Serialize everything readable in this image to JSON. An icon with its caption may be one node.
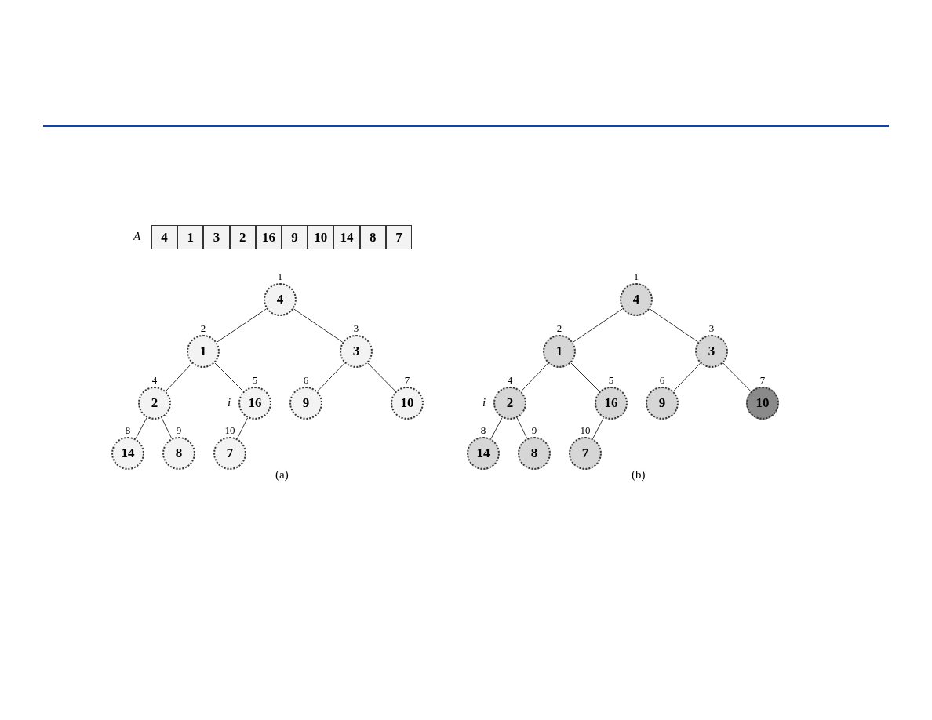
{
  "diagram": {
    "nodes": [
      {
        "text": [
          "4"
        ]
      },
      {
        "text": [
          "1"
        ]
      },
      {
        "text": [
          "3"
        ]
      },
      {
        "text": [
          "2"
        ]
      },
      {
        "text": [
          "16"
        ]
      },
      {
        "text": [
          "9"
        ]
      },
      {
        "text": [
          "10"
        ]
      },
      {
        "text": [
          "14"
        ]
      },
      {
        "text": [
          "8"
        ]
      },
      {
        "text": [
          "7"
        ]
      },
      {
        "text": [
          "4"
        ],
        "beside": [
          "1"
        ]
      },
      {
        "text": [
          "1"
        ],
        "beside": [
          "2"
        ]
      },
      {
        "text": [
          "3"
        ],
        "beside": [
          "3"
        ]
      },
      {
        "text": [
          "2"
        ],
        "beside": [
          "4"
        ]
      },
      {
        "text": [
          "16"
        ],
        "beside": [
          "5",
          "i"
        ]
      },
      {
        "text": [
          "9"
        ],
        "beside": [
          "6"
        ]
      },
      {
        "text": [
          "10"
        ],
        "beside": [
          "7"
        ]
      },
      {
        "text": [
          "14"
        ],
        "beside": [
          "8"
        ]
      },
      {
        "text": [
          "8"
        ],
        "beside": [
          "9"
        ]
      },
      {
        "text": [
          "7"
        ],
        "beside": [
          "10"
        ]
      },
      {
        "text": [
          "4"
        ],
        "beside": [
          "1"
        ]
      },
      {
        "text": [
          "1"
        ],
        "beside": [
          "2"
        ]
      },
      {
        "text": [
          "3"
        ],
        "beside": [
          "3"
        ]
      },
      {
        "text": [
          "2"
        ],
        "beside": [
          "4",
          "i"
        ]
      },
      {
        "text": [
          "16"
        ],
        "beside": [
          "5"
        ]
      },
      {
        "text": [
          "9"
        ],
        "beside": [
          "6"
        ]
      },
      {
        "text": [
          "10"
        ],
        "beside": [
          "7"
        ]
      },
      {
        "text": [
          "14"
        ],
        "beside": [
          "8"
        ]
      },
      {
        "text": [
          "8"
        ],
        "beside": [
          "9"
        ]
      },
      {
        "text": [
          "7"
        ],
        "beside": [
          "10"
        ]
      }
    ],
    "edges": [
      {
        "from": 10,
        "to": 11,
        "arrow": "none"
      },
      {
        "from": 10,
        "to": 12,
        "arrow": "none"
      },
      {
        "from": 11,
        "to": 13,
        "arrow": "none"
      },
      {
        "from": 11,
        "to": 14,
        "arrow": "none"
      },
      {
        "from": 12,
        "to": 15,
        "arrow": "none"
      },
      {
        "from": 12,
        "to": 16,
        "arrow": "none"
      },
      {
        "from": 13,
        "to": 17,
        "arrow": "none"
      },
      {
        "from": 13,
        "to": 18,
        "arrow": "none"
      },
      {
        "from": 14,
        "to": 19,
        "arrow": "none"
      },
      {
        "from": 20,
        "to": 21,
        "arrow": "none"
      },
      {
        "from": 20,
        "to": 22,
        "arrow": "none"
      },
      {
        "from": 21,
        "to": 23,
        "arrow": "none"
      },
      {
        "from": 21,
        "to": 24,
        "arrow": "none"
      },
      {
        "from": 22,
        "to": 25,
        "arrow": "none"
      },
      {
        "from": 22,
        "to": 26,
        "arrow": "none"
      },
      {
        "from": 23,
        "to": 27,
        "arrow": "none"
      },
      {
        "from": 23,
        "to": 28,
        "arrow": "none"
      },
      {
        "from": 24,
        "to": 29,
        "arrow": "none"
      }
    ],
    "labels": [
      "A",
      "(a)",
      "(b)"
    ]
  }
}
